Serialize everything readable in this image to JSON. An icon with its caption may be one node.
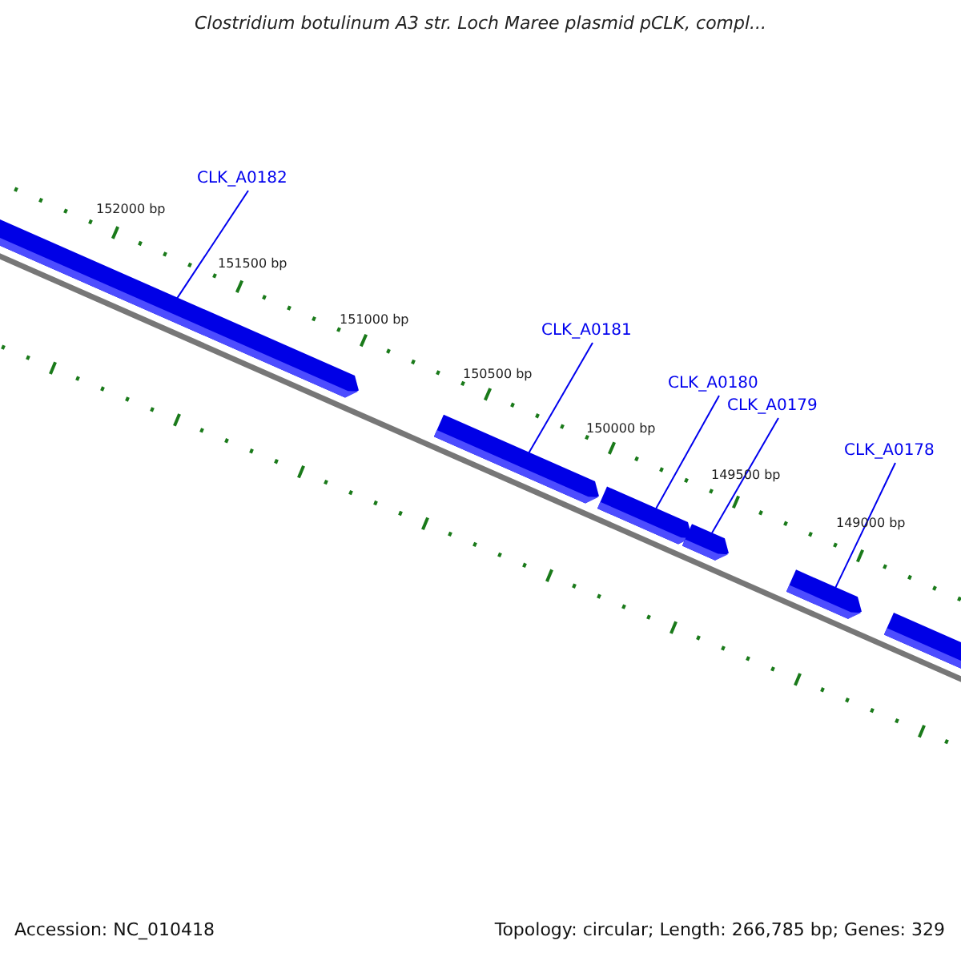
{
  "diagram": {
    "title": "Clostridium botulinum A3 str. Loch Maree plasmid pCLK, compl...",
    "nodes": [
      {
        "text": [
          "CLK_A0182"
        ]
      },
      {
        "text": [
          "CLK_A0181"
        ]
      },
      {
        "text": [
          "CLK_A0180"
        ]
      },
      {
        "text": [
          "CLK_A0179"
        ]
      },
      {
        "text": [
          "CLK_A0178"
        ]
      },
      {
        "text": [],
        "shape": "bar"
      },
      {
        "text": [],
        "shape": "bar"
      },
      {
        "text": [],
        "shape": "bar"
      },
      {
        "text": [],
        "shape": "bar"
      },
      {
        "text": [],
        "shape": "bar"
      },
      {
        "text": [],
        "shape": "bar"
      }
    ],
    "edges": [
      {
        "from": 0,
        "to": 5,
        "arrow": "none"
      },
      {
        "from": 1,
        "to": 6,
        "arrow": "none"
      },
      {
        "from": 2,
        "to": 7,
        "arrow": "none"
      },
      {
        "from": 3,
        "to": 8,
        "arrow": "none"
      },
      {
        "from": 4,
        "to": 9,
        "arrow": "none"
      }
    ],
    "labels": [
      "152000 bp",
      "151500 bp",
      "151000 bp",
      "150500 bp",
      "150000 bp",
      "149500 bp",
      "149000 bp",
      "Accession: NC_010418",
      "Topology: circular; Length: 266,785 bp; Genes: 329"
    ]
  }
}
